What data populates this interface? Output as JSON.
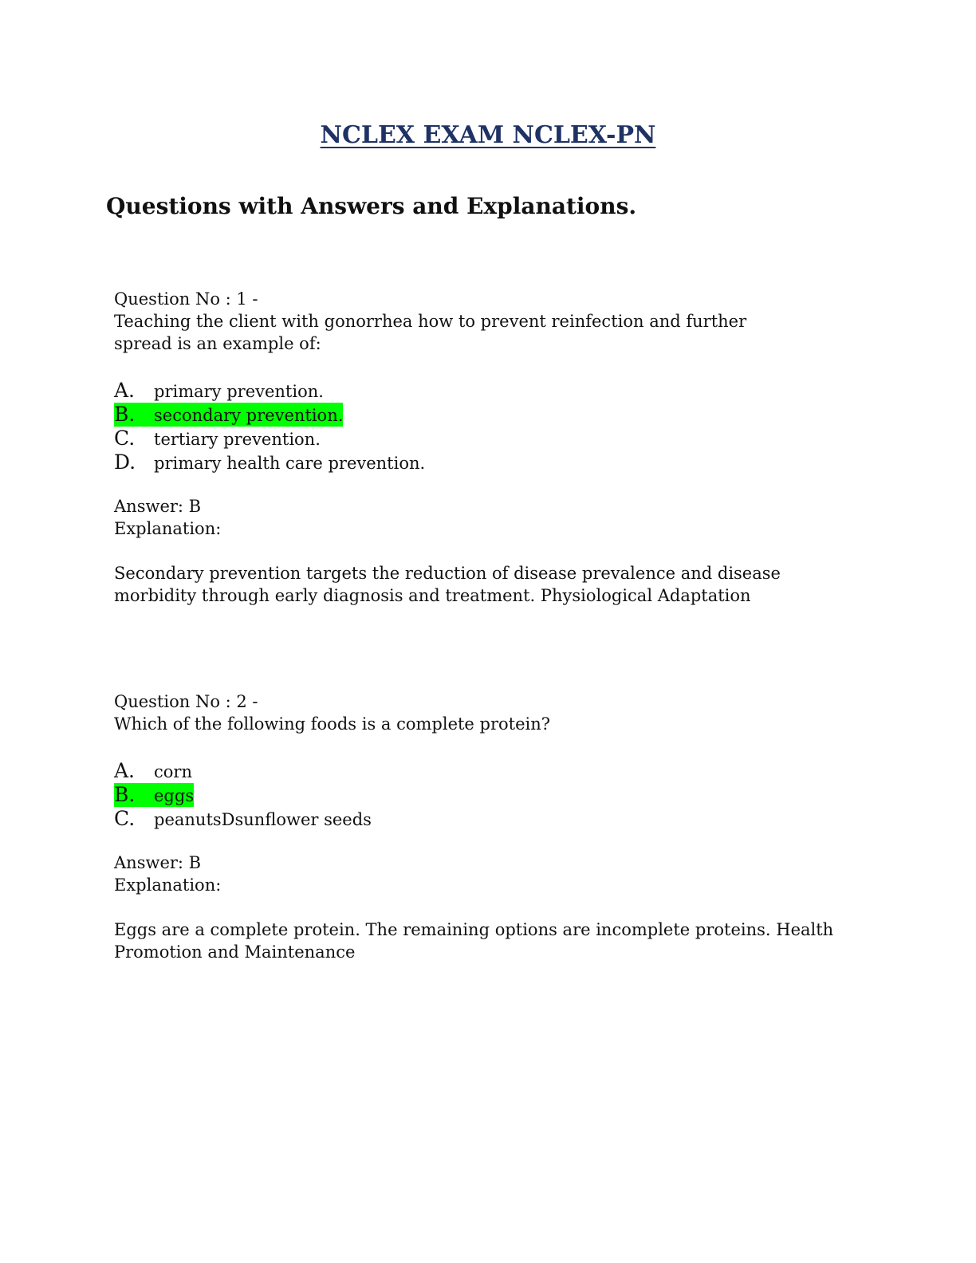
{
  "title": "NCLEX EXAM NCLEX-PN",
  "subtitle": "Questions with Answers and Explanations.",
  "questions": [
    {
      "heading": "Question No : 1  -",
      "text": "Teaching the client with gonorrhea how to prevent reinfection and further spread is an example of:",
      "options": [
        {
          "letter": "A.",
          "text": "primary prevention.",
          "correct": false
        },
        {
          "letter": "B.",
          "text": "secondary prevention.",
          "correct": true
        },
        {
          "letter": "C.",
          "text": "tertiary prevention.",
          "correct": false
        },
        {
          "letter": "D.",
          "text": "primary health care prevention.",
          "correct": false
        }
      ],
      "answer": "Answer: B",
      "explanation_label": "Explanation:",
      "explanation": "Secondary prevention targets the reduction of disease prevalence and disease morbidity through early diagnosis and treatment. Physiological Adaptation"
    },
    {
      "heading": "Question No : 2  -",
      "text": "Which of the following foods is a complete protein?",
      "options": [
        {
          "letter": "A.",
          "text": "corn",
          "correct": false
        },
        {
          "letter": "B.",
          "text": "eggs",
          "correct": true
        },
        {
          "letter": "C.",
          "text": "peanutsDsunflower seeds",
          "correct": false
        }
      ],
      "answer": "Answer: B",
      "explanation_label": "Explanation:",
      "explanation": "Eggs are a complete protein. The remaining options are incomplete proteins. Health Promotion and Maintenance"
    }
  ],
  "colors": {
    "title": "#1f3264",
    "highlight": "#00ff00",
    "text": "#111111"
  }
}
